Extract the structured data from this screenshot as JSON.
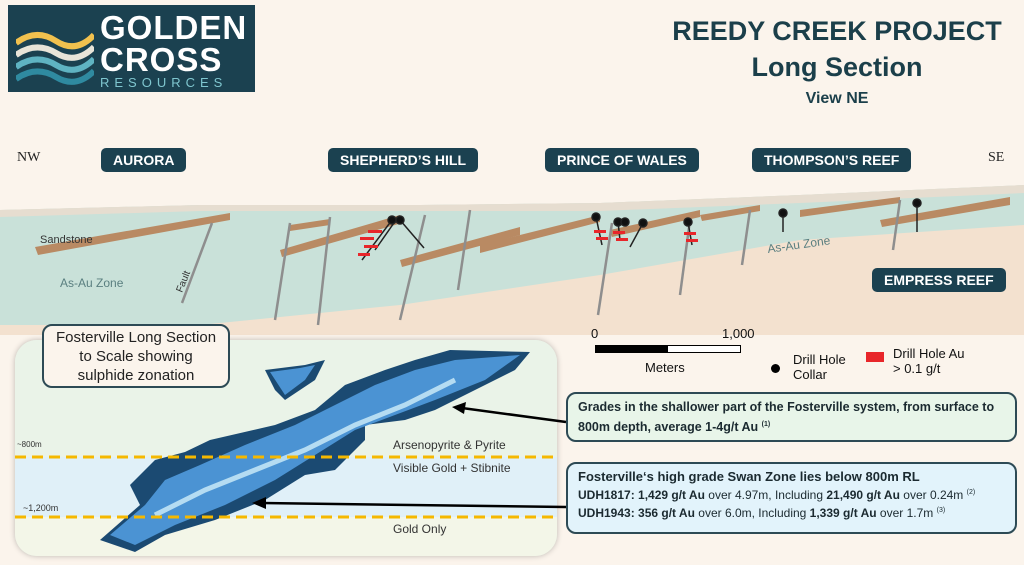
{
  "logo": {
    "line1": "GOLDEN",
    "line2": "CROSS",
    "line3": "RESOURCES"
  },
  "header": {
    "title": "REEDY CREEK PROJECT",
    "subtitle": "Long Section",
    "view": "View NE"
  },
  "directions": {
    "left": "NW",
    "right": "SE"
  },
  "prospects": [
    "AURORA",
    "SHEPHERD’S HILL",
    "PRINCE OF WALES",
    "THOMPSON’S REEF",
    "EMPRESS REEF"
  ],
  "section_labels": {
    "sandstone": "Sandstone",
    "zone_left": "As-Au Zone",
    "zone_right": "As-Au Zone",
    "fault": "Fault"
  },
  "scale": {
    "start": "0",
    "end": "1,000",
    "unit": "Meters"
  },
  "legend": {
    "collar_line1": "Drill Hole",
    "collar_line2": "Collar",
    "au_line1": "Drill Hole Au",
    "au_line2": "> 0.1 g/t"
  },
  "colors": {
    "brand": "#1b4150",
    "sandstone": "#b98a63",
    "au": "#e8262a",
    "dashed": "#f5b800"
  },
  "fosterville": {
    "caption": "Fosterville Long Section to Scale showing sulphide zonation",
    "depth_800": "~800m",
    "depth_1200": "~1,200m",
    "zone1": "Arsenopyrite & Pyrite",
    "zone2": "Visible Gold + Stibnite",
    "zone3": "Gold Only"
  },
  "callout_shallow": {
    "text": "Grades in the shallower part of the Fosterville system, from surface to 800m depth, average ",
    "bold": "1-4g/t Au",
    "ref": "(1)"
  },
  "callout_deep": {
    "heading": "Fosterville‘s high grade Swan Zone lies below 800m RL",
    "r1_id": "UDH1817: 1,429 g/t Au",
    "r1_a": " over 4.97m, Including ",
    "r1_b": "21,490 g/t Au",
    "r1_c": " over 0.24m",
    "r1_ref": "(2)",
    "r2_id": "UDH1943: 356 g/t Au",
    "r2_a": " over 6.0m, Including ",
    "r2_b": "1,339 g/t Au",
    "r2_c": " over 1.7m",
    "r2_ref": "(3)"
  }
}
